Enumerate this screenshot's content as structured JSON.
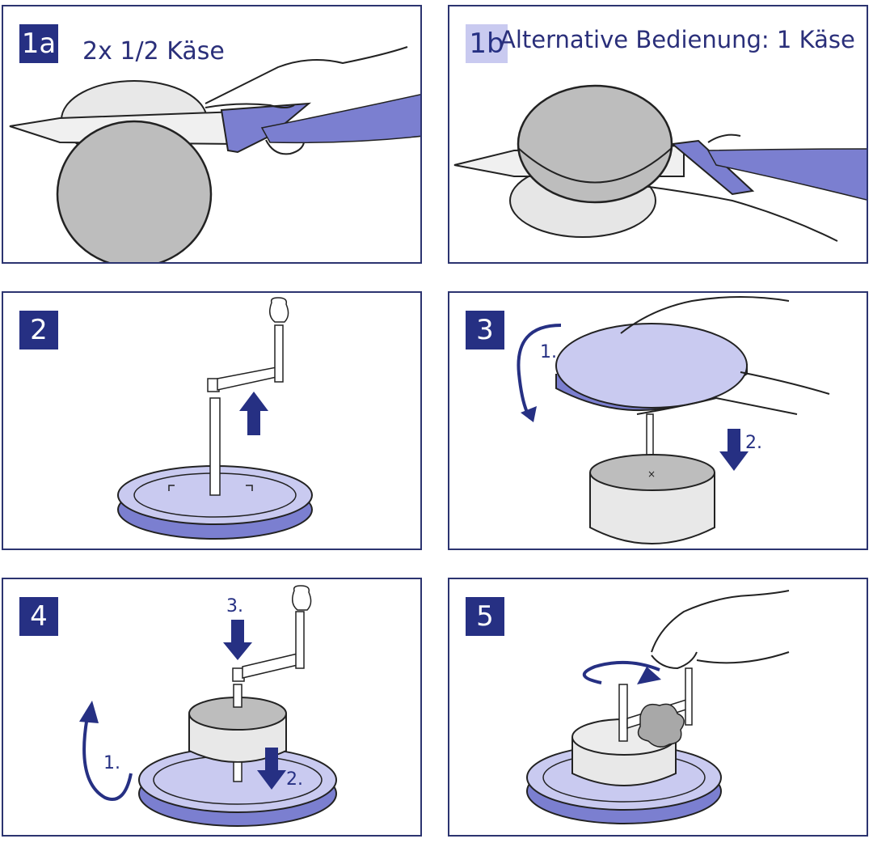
{
  "steps": [
    {
      "id": "1a",
      "label": "1a",
      "caption": "2x 1/2 Käse"
    },
    {
      "id": "1b",
      "label": "1b",
      "caption": "Alternative Bedienung: 1 Käse"
    },
    {
      "id": "2",
      "label": "2"
    },
    {
      "id": "3",
      "label": "3",
      "markers": [
        "1.",
        "2."
      ]
    },
    {
      "id": "4",
      "label": "4",
      "markers": [
        "1.",
        "2.",
        "3."
      ]
    },
    {
      "id": "5",
      "label": "5"
    }
  ],
  "colors": {
    "navy": "#263083",
    "lavender": "#7b7fd0",
    "light_lavender": "#c9caf0",
    "cheese_gray": "#b5b5b5"
  }
}
